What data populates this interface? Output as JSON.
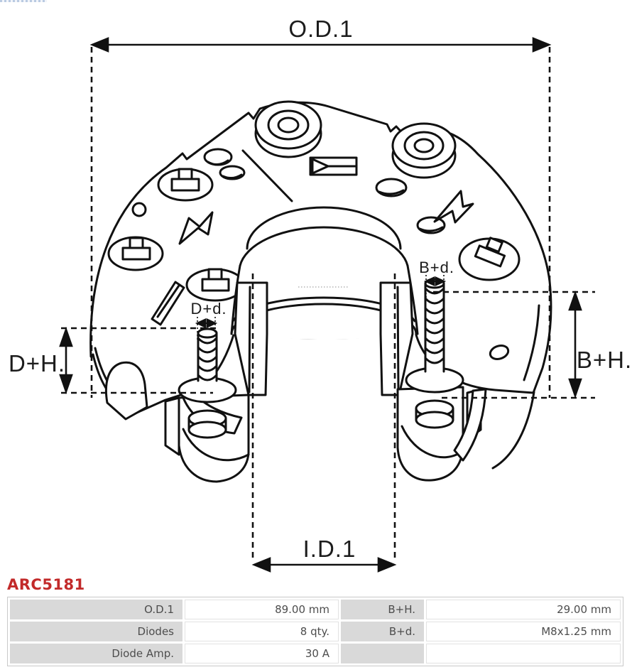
{
  "page": {
    "background": "#ffffff"
  },
  "drawing": {
    "line_color": "#111111",
    "dimension_labels": {
      "od1": "O.D.1",
      "id1": "I.D.1",
      "dh": "D+H.",
      "bh": "B+H.",
      "dd": "D+d.",
      "bd": "B+d."
    }
  },
  "part": {
    "number": "ARC5181",
    "number_color": "#c22a2a"
  },
  "specs_table": {
    "label_bg": "#d9d9d9",
    "rows": [
      {
        "label1": "O.D.1",
        "value1": "89.00 mm",
        "label2": "B+H.",
        "value2": "29.00 mm"
      },
      {
        "label1": "Diodes",
        "value1": "8 qty.",
        "label2": "B+d.",
        "value2": "M8x1.25 mm"
      },
      {
        "label1": "Diode Amp.",
        "value1": "30 A",
        "label2": "",
        "value2": ""
      }
    ]
  }
}
